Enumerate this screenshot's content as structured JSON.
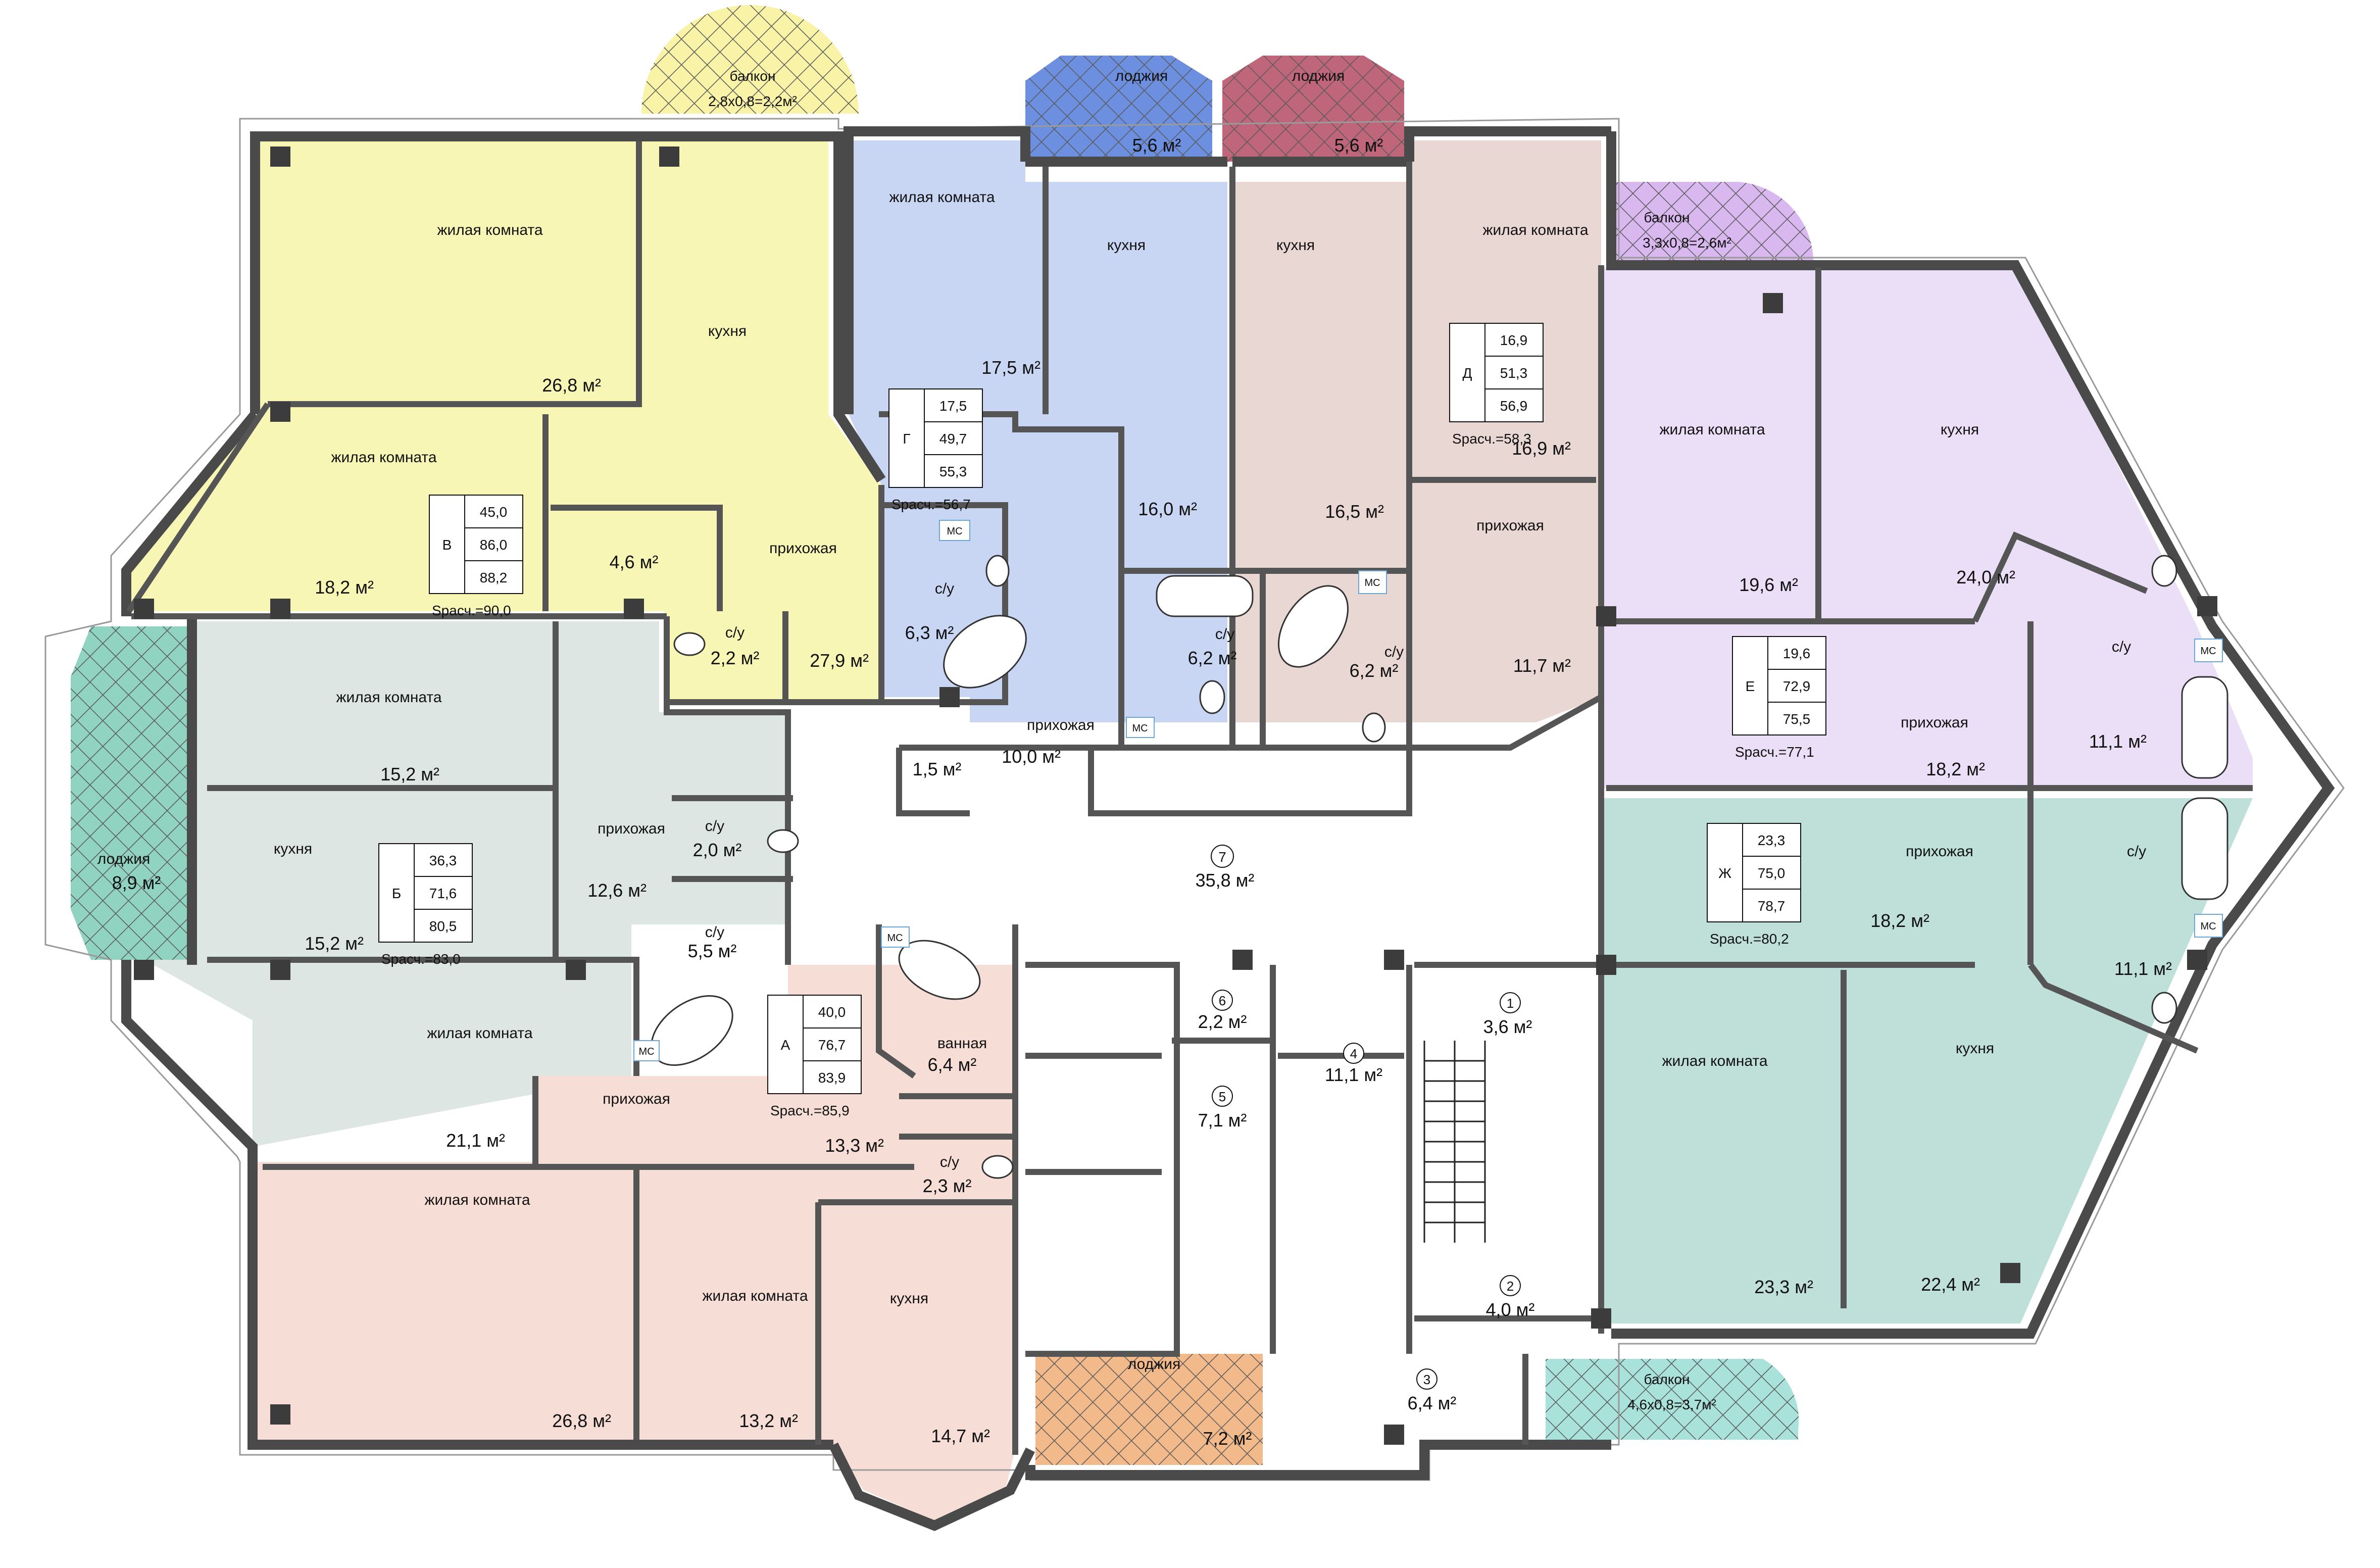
{
  "colors": {
    "apt_v": "#f7f6b5",
    "apt_g": "#c8d6f4",
    "apt_d": "#e9d7d3",
    "apt_e": "#eadff6",
    "apt_zh": "#bfdfd9",
    "apt_b": "#dee6e3",
    "apt_a": "#f6ded7",
    "common": "#ffffff",
    "loggia_blue": "#6d8fe0",
    "loggia_red": "#c0667b",
    "loggia_green": "#8fd3c0",
    "loggia_orange": "#f2b98a",
    "balcony_yellow": "#f8f3a6",
    "balcony_purple": "#d8b8ee",
    "balcony_teal": "#a8e2da",
    "wall": "#4a4a4a"
  },
  "rooms": [
    {
      "label": "жилая комната",
      "area": "26,8 м²"
    },
    {
      "label": "кухня",
      "area": ""
    },
    {
      "label": "жилая комната",
      "area": "18,2 м²"
    },
    {
      "label": "",
      "area": "4,6 м²"
    },
    {
      "label": "прихожая",
      "area": "27,9 м²"
    },
    {
      "label": "с/у",
      "area": "2,2 м²"
    },
    {
      "label": "жилая комната",
      "area": "17,5 м²"
    },
    {
      "label": "с/у",
      "area": "6,3 м²"
    },
    {
      "label": "кухня",
      "area": "16,0 м²"
    },
    {
      "label": "прихожая",
      "area": "10,0 м²"
    },
    {
      "label": "",
      "area": "1,5 м²"
    },
    {
      "label": "с/у",
      "area": "6,2 м²"
    },
    {
      "label": "кухня",
      "area": "16,5 м²"
    },
    {
      "label": "с/у",
      "area": "6,2 м²"
    },
    {
      "label": "жилая комната",
      "area": "16,9 м²"
    },
    {
      "label": "прихожая",
      "area": "11,7 м²"
    },
    {
      "label": "жилая комната",
      "area": "19,6 м²"
    },
    {
      "label": "кухня",
      "area": "24,0 м²"
    },
    {
      "label": "с/у",
      "area": "11,1 м²"
    },
    {
      "label": "прихожая",
      "area": "18,2 м²"
    },
    {
      "label": "прихожая",
      "area": "18,2 м²"
    },
    {
      "label": "с/у",
      "area": "11,1 м²"
    },
    {
      "label": "жилая комната",
      "area": "23,3 м²"
    },
    {
      "label": "кухня",
      "area": "22,4 м²"
    },
    {
      "label": "жилая комната",
      "area": "15,2 м²"
    },
    {
      "label": "кухня",
      "area": "15,2 м²"
    },
    {
      "label": "прихожая",
      "area": "12,6 м²"
    },
    {
      "label": "с/у",
      "area": "2,0 м²"
    },
    {
      "label": "с/у",
      "area": "5,5 м²"
    },
    {
      "label": "жилая комната",
      "area": "21,1 м²"
    },
    {
      "label": "прихожая",
      "area": "13,3 м²"
    },
    {
      "label": "ванная",
      "area": "6,4 м²"
    },
    {
      "label": "с/у",
      "area": "2,3 м²"
    },
    {
      "label": "жилая комната",
      "area": "26,8 м²"
    },
    {
      "label": "жилая комната",
      "area": "13,2 м²"
    },
    {
      "label": "кухня",
      "area": "14,7 м²"
    },
    {
      "label": "лоджия",
      "area": "8,9 м²"
    }
  ],
  "loggias": [
    {
      "label": "лоджия",
      "area": "5,6 м²"
    },
    {
      "label": "лоджия",
      "area": "5,6 м²"
    },
    {
      "label": "лоджия",
      "area": "7,2 м²"
    }
  ],
  "balconies": [
    {
      "label": "балкон",
      "dims": "2,8х0,8=2,2м²"
    },
    {
      "label": "балкон",
      "dims": "3,3х0,8=2,6м²"
    },
    {
      "label": "балкон",
      "dims": "4,6х0,8=3,7м²"
    }
  ],
  "common": [
    {
      "num": "7",
      "area": "35,8 м²"
    },
    {
      "num": "6",
      "area": "2,2 м²"
    },
    {
      "num": "5",
      "area": "7,1 м²"
    },
    {
      "num": "4",
      "area": "11,1 м²"
    },
    {
      "num": "1",
      "area": "3,6 м²"
    },
    {
      "num": "2",
      "area": "4,0 м²"
    },
    {
      "num": "3",
      "area": "6,4 м²"
    }
  ],
  "apartments": [
    {
      "letter": "В",
      "v1": "45,0",
      "v2": "86,0",
      "v3": "88,2",
      "total": "Sрасч.=90,0"
    },
    {
      "letter": "Г",
      "v1": "17,5",
      "v2": "49,7",
      "v3": "55,3",
      "total": "Sрасч.=56,7"
    },
    {
      "letter": "Д",
      "v1": "16,9",
      "v2": "51,3",
      "v3": "56,9",
      "total": "Sрасч.=58,3"
    },
    {
      "letter": "Е",
      "v1": "19,6",
      "v2": "72,9",
      "v3": "75,5",
      "total": "Sрасч.=77,1"
    },
    {
      "letter": "Ж",
      "v1": "23,3",
      "v2": "75,0",
      "v3": "78,7",
      "total": "Sрасч.=80,2"
    },
    {
      "letter": "Б",
      "v1": "36,3",
      "v2": "71,6",
      "v3": "80,5",
      "total": "Sрасч.=83,0"
    },
    {
      "letter": "А",
      "v1": "40,0",
      "v2": "76,7",
      "v3": "83,9",
      "total": "Sрасч.=85,9"
    }
  ],
  "fixture_tags": [
    "МС",
    "МС",
    "МС",
    "МС",
    "МС",
    "МС",
    "МС"
  ]
}
